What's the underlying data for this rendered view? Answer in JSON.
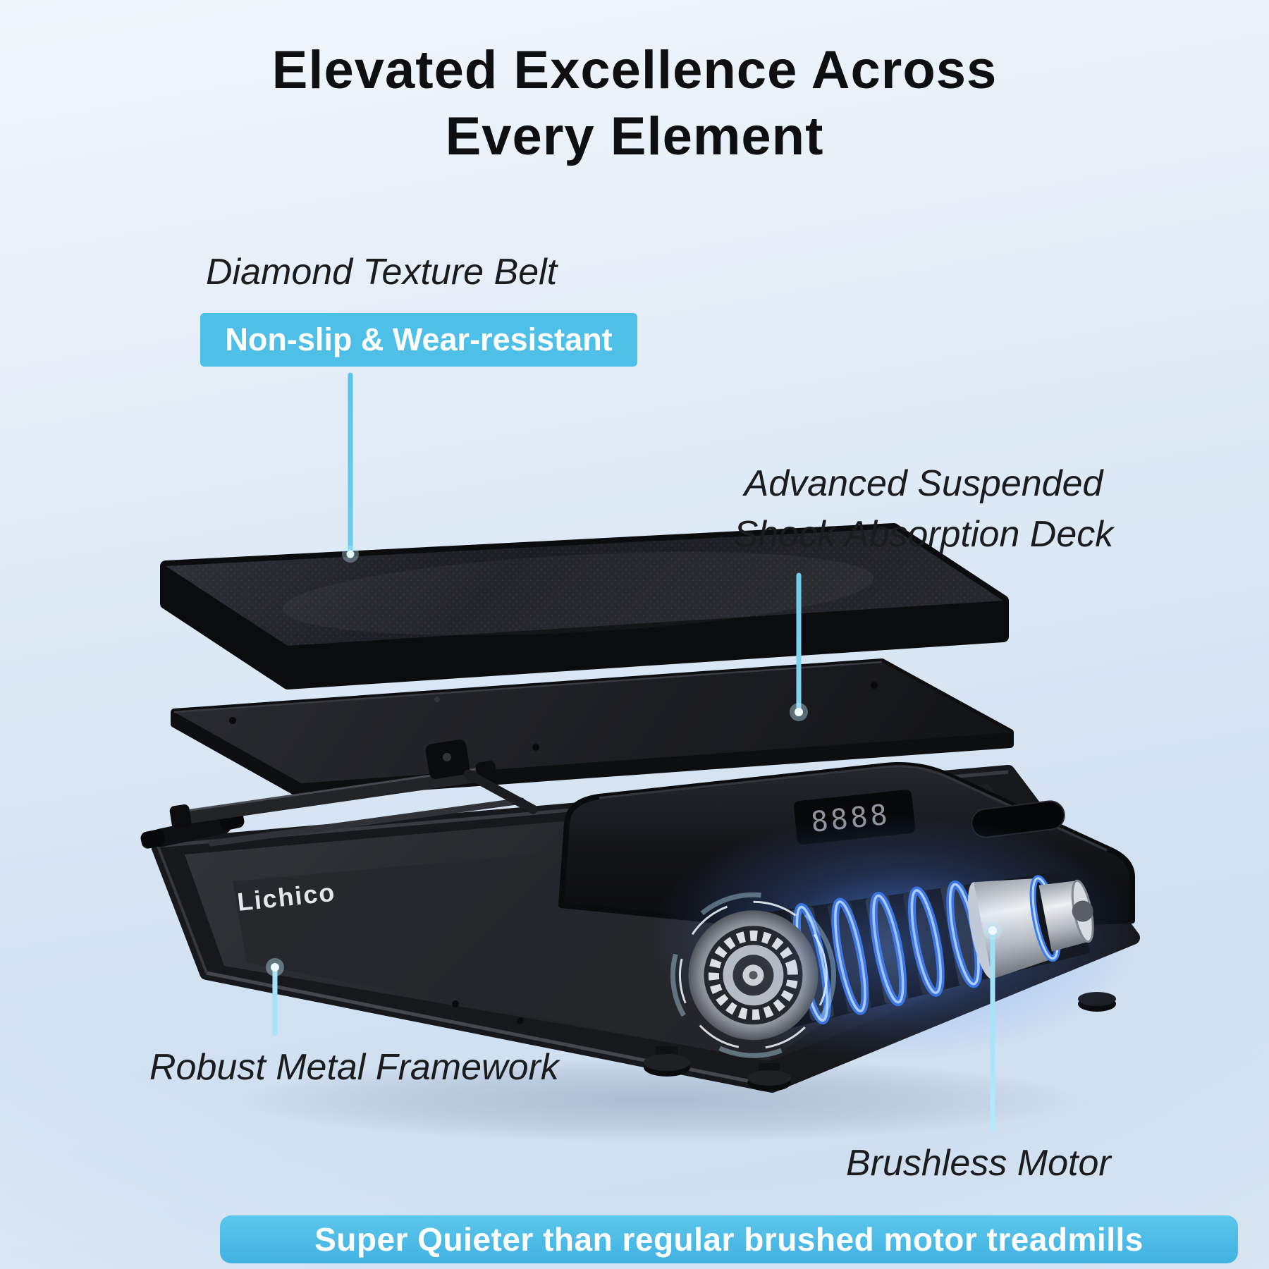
{
  "title": {
    "line1": "Elevated Excellence Across",
    "line2": "Every Element"
  },
  "callouts": {
    "belt": {
      "label": "Diamond Texture Belt",
      "badge": "Non-slip & Wear-resistant"
    },
    "deck": {
      "label_line1": "Advanced Suspended",
      "label_line2": "Shock Absorption Deck"
    },
    "frame": {
      "label": "Robust Metal Framework"
    },
    "motor": {
      "label": "Brushless Motor"
    }
  },
  "banner": {
    "text": "Super Quieter than regular brushed motor treadmills"
  },
  "illustration": {
    "brand": "Lichico",
    "display_digits": "8888"
  },
  "colors": {
    "badge_background": "#4ec0e8",
    "banner_background": "#4bbce6",
    "callout_line": "#8ad7f0",
    "motor_glow": "#568cff",
    "background_top": "#eff5fb",
    "background_bottom": "#cddeef"
  }
}
